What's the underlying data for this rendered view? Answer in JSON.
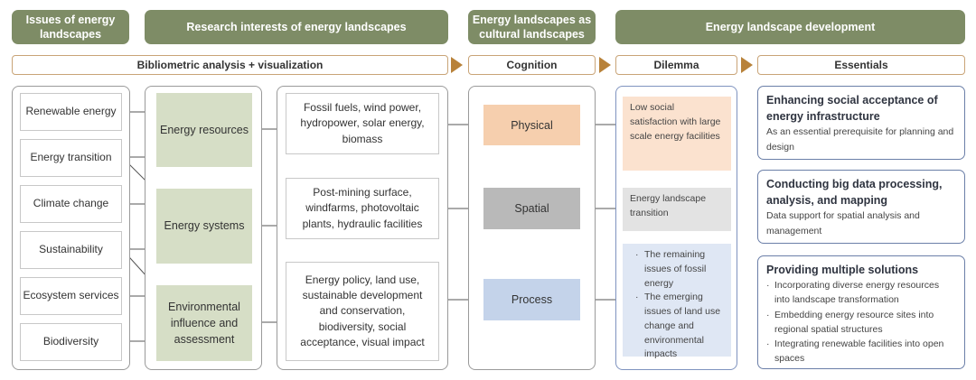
{
  "headers": {
    "issues": "Issues of energy landscapes",
    "research": "Research interests of energy landscapes",
    "cultural": "Energy landscapes as cultural landscapes",
    "development": "Energy landscape development"
  },
  "subheaders": {
    "bibliometric": "Bibliometric analysis + visualization",
    "cognition": "Cognition",
    "dilemma": "Dilemma",
    "essentials": "Essentials"
  },
  "issues": [
    "Renewable energy",
    "Energy transition",
    "Climate change",
    "Sustainability",
    "Ecosystem services",
    "Biodiversity"
  ],
  "interests": [
    "Energy resources",
    "Energy systems",
    "Environmental influence and assessment"
  ],
  "details": [
    "Fossil fuels, wind power, hydropower, solar energy, biomass",
    "Post-mining surface, windfarms, photovoltaic plants, hydraulic facilities",
    "Energy policy, land use, sustainable development and conservation, biodiversity, social acceptance, visual impact"
  ],
  "cognition": [
    "Physical",
    "Spatial",
    "Process"
  ],
  "dilemma": {
    "physical": "Low social satisfaction with large scale energy facilities",
    "spatial": "Energy landscape transition",
    "process": [
      "The remaining issues of fossil energy",
      "The emerging issues of land use change and environmental impacts"
    ]
  },
  "essentials": [
    {
      "title": "Enhancing social acceptance of energy infrastructure",
      "text": "As an essential prerequisite for planning and design"
    },
    {
      "title": "Conducting big data processing, analysis, and mapping",
      "text": "Data support for spatial analysis and management"
    },
    {
      "title": "Providing multiple solutions",
      "items": [
        "Incorporating diverse energy resources into landscape transformation",
        "Embedding energy resource sites into regional spatial structures",
        "Integrating renewable facilities into open spaces"
      ]
    }
  ],
  "colors": {
    "header": "#7e8c66",
    "green_box": "#d6dec6",
    "physical": "#f6cfae",
    "spatial": "#b9b9b9",
    "process": "#c4d3ea",
    "arrow": "#b8823a",
    "accent_border": "#6b7fa8"
  }
}
